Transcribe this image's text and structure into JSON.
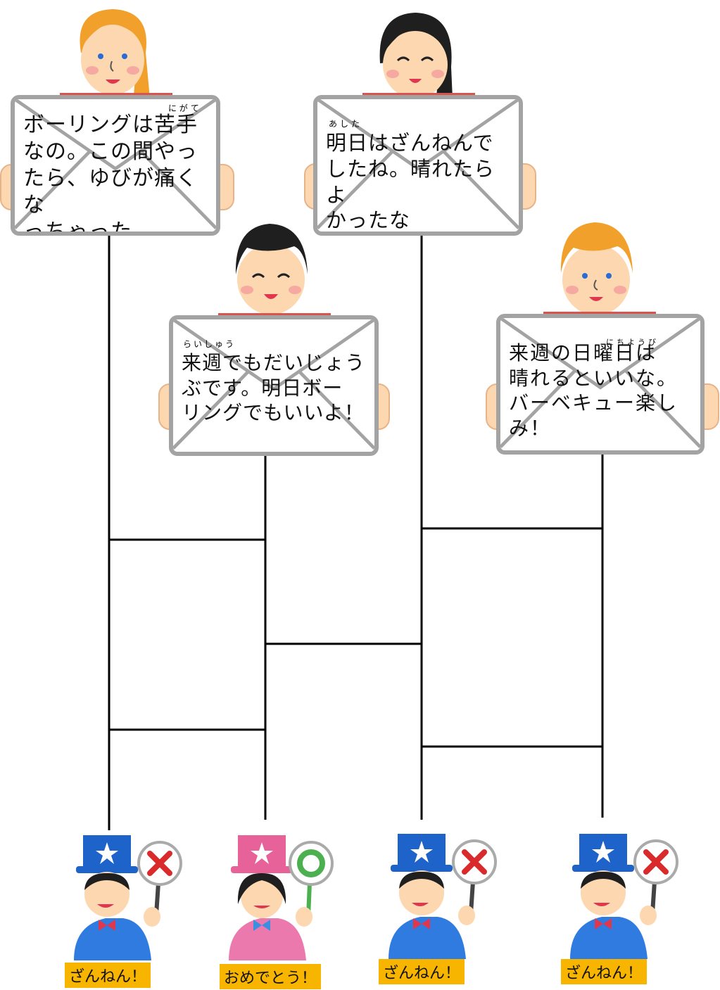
{
  "signs": [
    {
      "text": "ボーリングは苦手\nなの。この間やっ\nたら、ゆびが痛くな\nっちゃった。",
      "furigana": "にがて"
    },
    {
      "text": "明日はざんねんで\nしたね。晴れたらよ\nかったなあ・・・。",
      "furigana": "あした"
    },
    {
      "text": "来週でもだいじょう\nぶです。明日ボー\nリングでもいいよ！",
      "furigana": "らいしゅう"
    },
    {
      "text": "来週の日曜日は\n晴れるといいな。\nバーベキュー楽し\nみ！",
      "furigana": "にちようび"
    }
  ],
  "results": [
    {
      "label": "ざんねん！",
      "mark": "cross",
      "hat_color": "#1e63c9",
      "suit_color": "#2f7be0"
    },
    {
      "label": "おめでとう！",
      "mark": "circle",
      "hat_color": "#e8629a",
      "suit_color": "#ec79ad"
    },
    {
      "label": "ざんねん！",
      "mark": "cross",
      "hat_color": "#1e63c9",
      "suit_color": "#2f7be0"
    },
    {
      "label": "ざんねん！",
      "mark": "cross",
      "hat_color": "#1e63c9",
      "suit_color": "#2f7be0"
    }
  ],
  "colors": {
    "sign_border": "#a3a3a3",
    "label_bg": "#f7b500",
    "cross": "#d92b2b",
    "circle": "#4caf50"
  }
}
